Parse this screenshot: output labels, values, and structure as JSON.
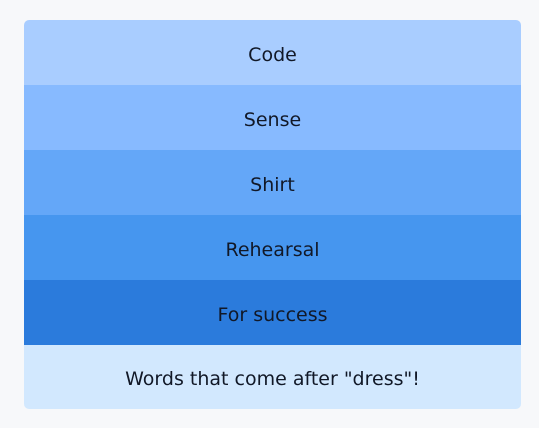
{
  "items": [
    {
      "label": "Code",
      "color": "#a9cdff"
    },
    {
      "label": "Sense",
      "color": "#87baff"
    },
    {
      "label": "Shirt",
      "color": "#64a7f8"
    },
    {
      "label": "Rehearsal",
      "color": "#4696ef"
    },
    {
      "label": "For success",
      "color": "#2b7bdc"
    }
  ],
  "caption": {
    "text": "Words that come after \"dress\"!",
    "color": "#d2e8fe"
  }
}
